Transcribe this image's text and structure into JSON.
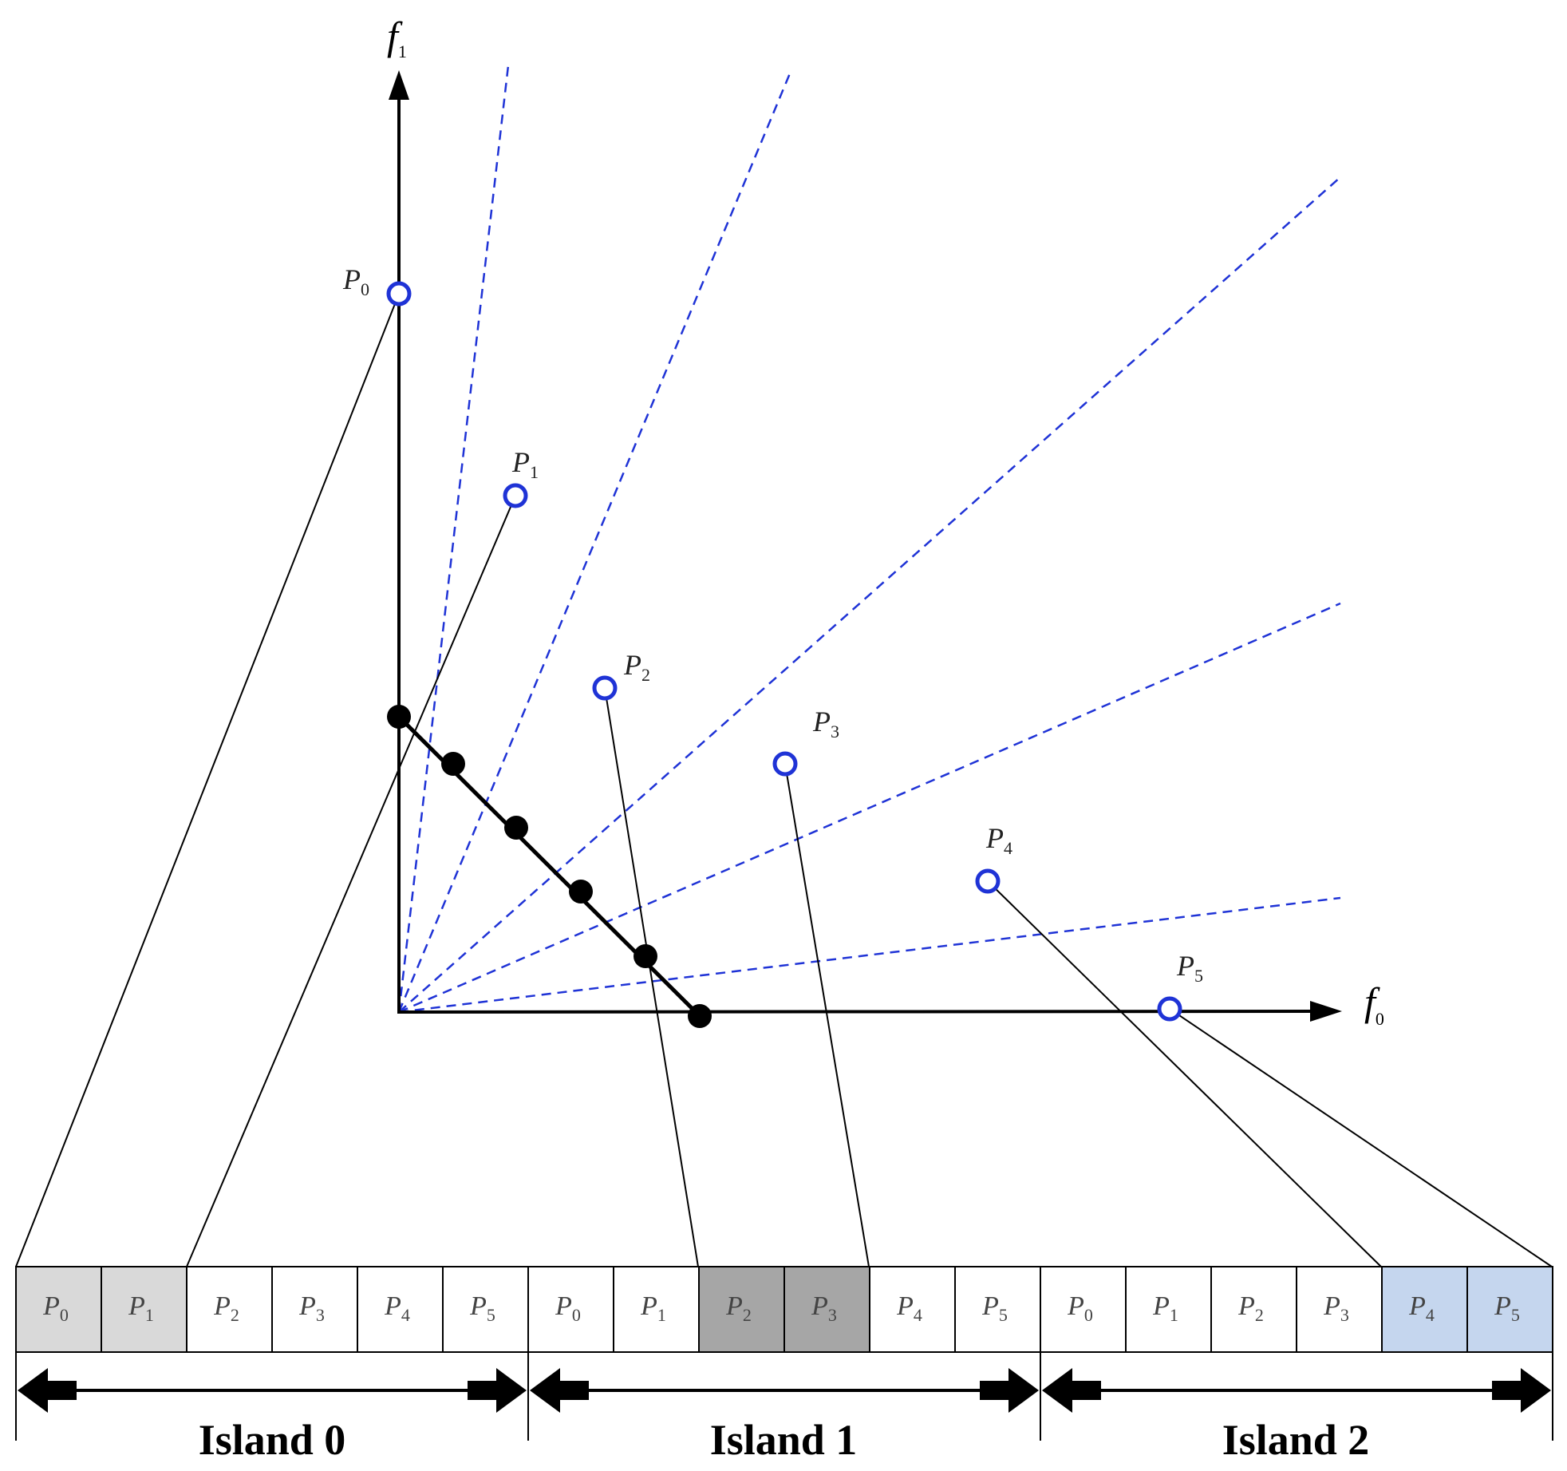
{
  "axes": {
    "x_label": "f",
    "x_sub": "0",
    "y_label": "f",
    "y_sub": "1"
  },
  "points": [
    {
      "name": "P",
      "sub": "0"
    },
    {
      "name": "P",
      "sub": "1"
    },
    {
      "name": "P",
      "sub": "2"
    },
    {
      "name": "P",
      "sub": "3"
    },
    {
      "name": "P",
      "sub": "4"
    },
    {
      "name": "P",
      "sub": "5"
    }
  ],
  "islands": [
    {
      "label": "Island 0",
      "cells": [
        {
          "name": "P",
          "sub": "0",
          "fill": "#d9d9d9"
        },
        {
          "name": "P",
          "sub": "1",
          "fill": "#d9d9d9"
        },
        {
          "name": "P",
          "sub": "2",
          "fill": "#ffffff"
        },
        {
          "name": "P",
          "sub": "3",
          "fill": "#ffffff"
        },
        {
          "name": "P",
          "sub": "4",
          "fill": "#ffffff"
        },
        {
          "name": "P",
          "sub": "5",
          "fill": "#ffffff"
        }
      ]
    },
    {
      "label": "Island 1",
      "cells": [
        {
          "name": "P",
          "sub": "0",
          "fill": "#ffffff"
        },
        {
          "name": "P",
          "sub": "1",
          "fill": "#ffffff"
        },
        {
          "name": "P",
          "sub": "2",
          "fill": "#a6a6a6"
        },
        {
          "name": "P",
          "sub": "3",
          "fill": "#a6a6a6"
        },
        {
          "name": "P",
          "sub": "4",
          "fill": "#ffffff"
        },
        {
          "name": "P",
          "sub": "5",
          "fill": "#ffffff"
        }
      ]
    },
    {
      "label": "Island 2",
      "cells": [
        {
          "name": "P",
          "sub": "0",
          "fill": "#ffffff"
        },
        {
          "name": "P",
          "sub": "1",
          "fill": "#ffffff"
        },
        {
          "name": "P",
          "sub": "2",
          "fill": "#ffffff"
        },
        {
          "name": "P",
          "sub": "3",
          "fill": "#ffffff"
        },
        {
          "name": "P",
          "sub": "4",
          "fill": "#c5d6ee"
        },
        {
          "name": "P",
          "sub": "5",
          "fill": "#c5d6ee"
        }
      ]
    }
  ],
  "colors": {
    "reference_lines": "#1f33d6",
    "reference_points": "#1f33d6",
    "pareto_points": "#000000"
  }
}
